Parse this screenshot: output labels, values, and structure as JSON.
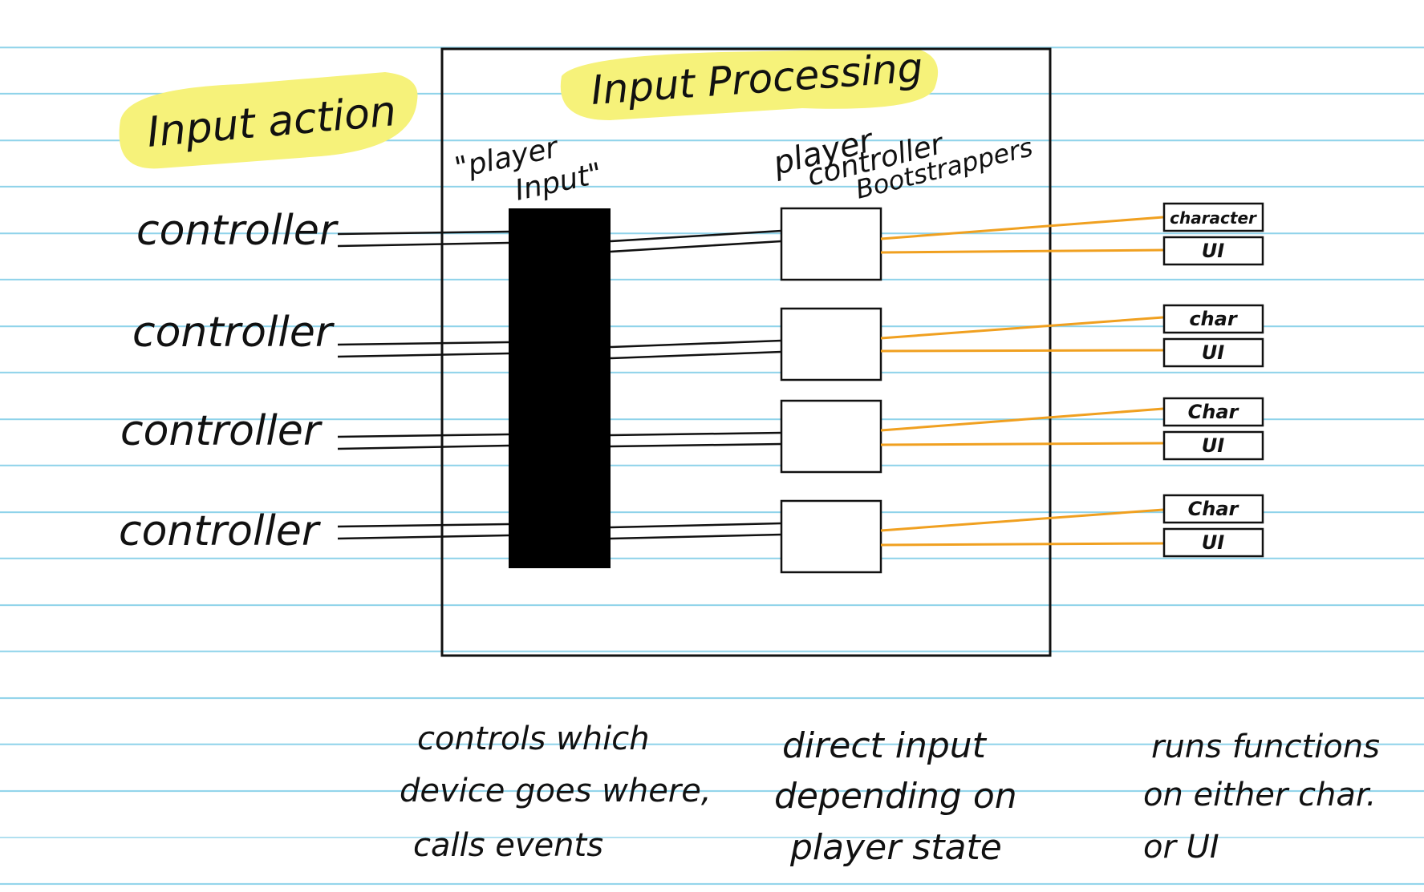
{
  "colors": {
    "highlight": "#f6f27a",
    "ink": "#111111",
    "connector": "#f0a020",
    "ruled_line": "#8fd3ea",
    "player_input_block": "#000000"
  },
  "headings": {
    "input_action": "Input action",
    "input_processing": "Input Processing"
  },
  "labels": {
    "player_input": "\"player Input\"",
    "player_input_line1": "\"player",
    "player_input_line2": "Input\"",
    "bootstrappers_line1": "player",
    "bootstrappers_line2": "controller",
    "bootstrappers_line3": "Bootstrappers"
  },
  "controllers": [
    {
      "label": "controller"
    },
    {
      "label": "controller"
    },
    {
      "label": "controller"
    },
    {
      "label": "controller"
    }
  ],
  "outputs": [
    {
      "char": "character",
      "ui": "UI"
    },
    {
      "char": "char",
      "ui": "UI"
    },
    {
      "char": "Char",
      "ui": "UI"
    },
    {
      "char": "Char",
      "ui": "UI"
    }
  ],
  "notes": {
    "player_input_note": [
      "controls which",
      "device goes where,",
      "calls events"
    ],
    "bootstrapper_note": [
      "direct input",
      "depending on",
      "player state"
    ],
    "output_note": [
      "runs functions",
      "on either char.",
      "or UI"
    ]
  }
}
